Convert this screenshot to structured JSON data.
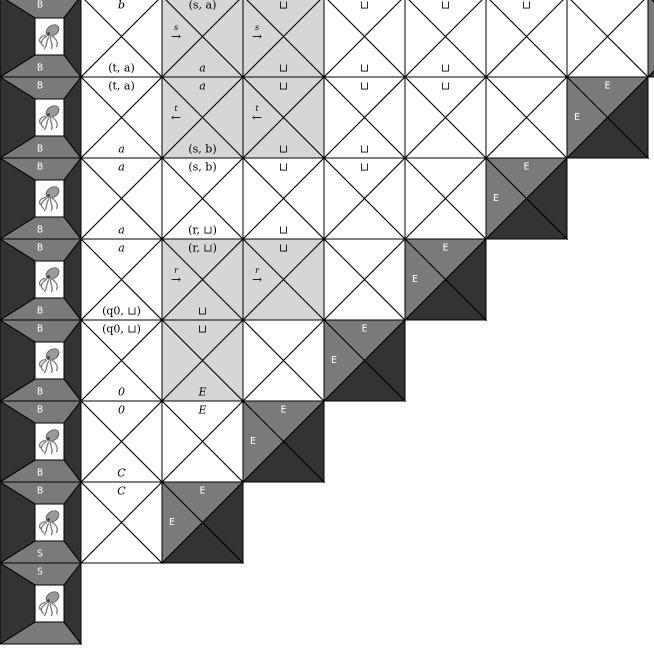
{
  "labels": {
    "border_bottom": "B",
    "border_top": "B",
    "start": "S",
    "end": "E",
    "zero": "0",
    "carry": "C",
    "blank": "⊔"
  },
  "colors": {
    "dark": "#333333",
    "mid": "#7a7a7a",
    "light": "#d6d6d6",
    "white": "#ffffff",
    "stroke": "#000000"
  },
  "icons": {
    "tile": "squid-icon"
  },
  "rows": [
    {
      "top": [
        "b",
        "(s, a)",
        "⊔",
        "⊔",
        "⊔",
        "⊔"
      ],
      "bottom": [
        "(t, a)",
        "a",
        "⊔",
        "⊔",
        "⊔"
      ],
      "arrows": [
        {
          "cell": 1,
          "glyph": "→",
          "sup": "s"
        },
        {
          "cell": 2,
          "glyph": "→",
          "sup": "s"
        }
      ],
      "shaded": [
        1,
        2
      ]
    },
    {
      "top": [
        "(t, a)",
        "a",
        "⊔",
        "⊔",
        "⊔"
      ],
      "bottom": [
        "a",
        "(s, b)",
        "⊔",
        "⊔"
      ],
      "arrows": [
        {
          "cell": 1,
          "glyph": "←",
          "sup": "t"
        },
        {
          "cell": 2,
          "glyph": "←",
          "sup": "t"
        }
      ],
      "shaded": [
        1,
        2
      ]
    },
    {
      "top": [
        "a",
        "(s, b)",
        "⊔",
        "⊔"
      ],
      "bottom": [
        "a",
        "(r, ⊔)",
        "⊔"
      ],
      "arrows": [],
      "shaded": []
    },
    {
      "top": [
        "a",
        "(r, ⊔)",
        "⊔"
      ],
      "bottom": [
        "(q0, ⊔)",
        "⊔"
      ],
      "arrows": [
        {
          "cell": 1,
          "glyph": "→",
          "sup": "r"
        },
        {
          "cell": 2,
          "glyph": "→",
          "sup": "r"
        }
      ],
      "shaded": [
        1,
        2
      ]
    },
    {
      "top": [
        "(q0, ⊔)",
        "⊔"
      ],
      "bottom": [
        "0",
        "E"
      ],
      "arrows": [],
      "shaded": [
        1
      ]
    },
    {
      "top": [
        "0",
        "E"
      ],
      "bottom": [
        "C"
      ],
      "arrows": [],
      "shaded": []
    },
    {
      "top": [
        "C"
      ],
      "bottom": [],
      "arrows": [],
      "shaded": []
    }
  ]
}
